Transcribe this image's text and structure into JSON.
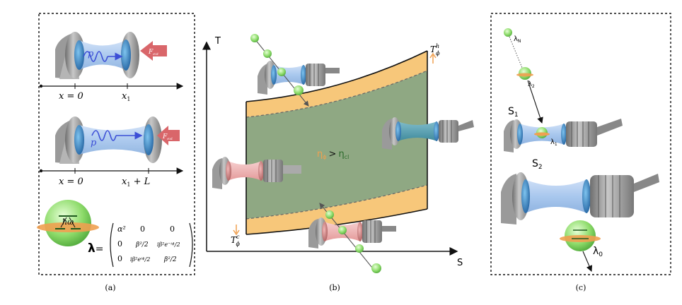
{
  "colors": {
    "cavity_blue": "#a9c8ee",
    "mirror_blue": "#2f7fc0",
    "piston_gray": "#8c8c8c",
    "force_red": "#d9666a",
    "hot_region": "#f7c77a",
    "green_region": "#8fa883",
    "atom_green": "#8ddb6a",
    "atom_disk": "#f0a050",
    "cold_beam": "#e9a3a3",
    "hot_beam": "#4f9cad",
    "arrow_orange": "#f0a050"
  },
  "panel_a": {
    "caption": "(a)",
    "top": {
      "photon_label": "p",
      "force_label": "F",
      "force_sub": "ext",
      "pos1": "x = 0",
      "pos2": "x",
      "pos2_sub": "1"
    },
    "bottom": {
      "photon_label": "p",
      "force_label": "F",
      "force_sub": "ext",
      "pos1": "x = 0",
      "pos2": "x",
      "pos2_sub": "1",
      "pos2_suffix": " + L"
    },
    "atom_gap_label": "ħω",
    "matrix": {
      "lambda": "λ",
      "equals": "=",
      "r1": [
        "α²",
        "0",
        "0"
      ],
      "r2": [
        "0",
        "β²/2",
        "iβ²e⁻ⁱᶲ/2"
      ],
      "r3": [
        "0",
        "iβ²eⁱᶲ/2",
        "β²/2"
      ]
    }
  },
  "panel_b": {
    "caption": "(b)",
    "axis_y": "T",
    "axis_x": "S",
    "t_hot": "T",
    "t_hot_sup": "h",
    "t_hot_sub": "ϕ",
    "t_cold": "T",
    "t_cold_sup": "c",
    "t_cold_sub": "ϕ",
    "eff_phi": "η",
    "eff_phi_sub": "ϕ",
    "eff_cmp": ">",
    "eff_cl": "η",
    "eff_cl_sub": "cl"
  },
  "panel_c": {
    "caption": "(c)",
    "lambda_n": "λ",
    "lambda_n_sub": "N",
    "lambda_2": "λ",
    "lambda_2_sub": "2",
    "lambda_1": "λ",
    "lambda_1_sub": "1",
    "lambda_0": "λ",
    "lambda_0_sub": "0",
    "s1": "S",
    "s1_sub": "1",
    "s2": "S",
    "s2_sub": "2"
  }
}
